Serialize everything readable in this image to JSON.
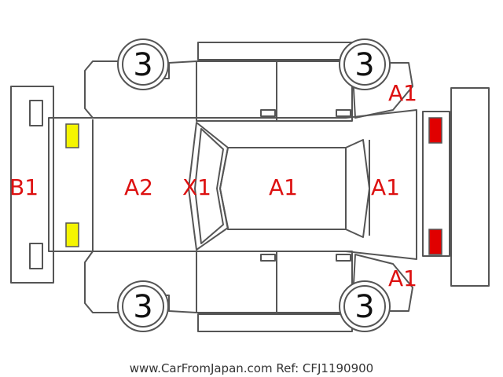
{
  "tires": {
    "front_left": "3",
    "front_right": "3",
    "rear_left": "3",
    "rear_right": "3"
  },
  "damage_codes": {
    "rear_bumper": "B1",
    "trunk": "A2",
    "rear_glass": "X1",
    "roof": "A1",
    "hood": "A1",
    "front_right_fender": "A1",
    "front_left_fender": "A1"
  },
  "lights": {
    "rear_color": "#f5f500",
    "front_color": "#e00000"
  },
  "footer": {
    "text": "www.CarFromJapan.com Ref: CFJ1190900"
  }
}
